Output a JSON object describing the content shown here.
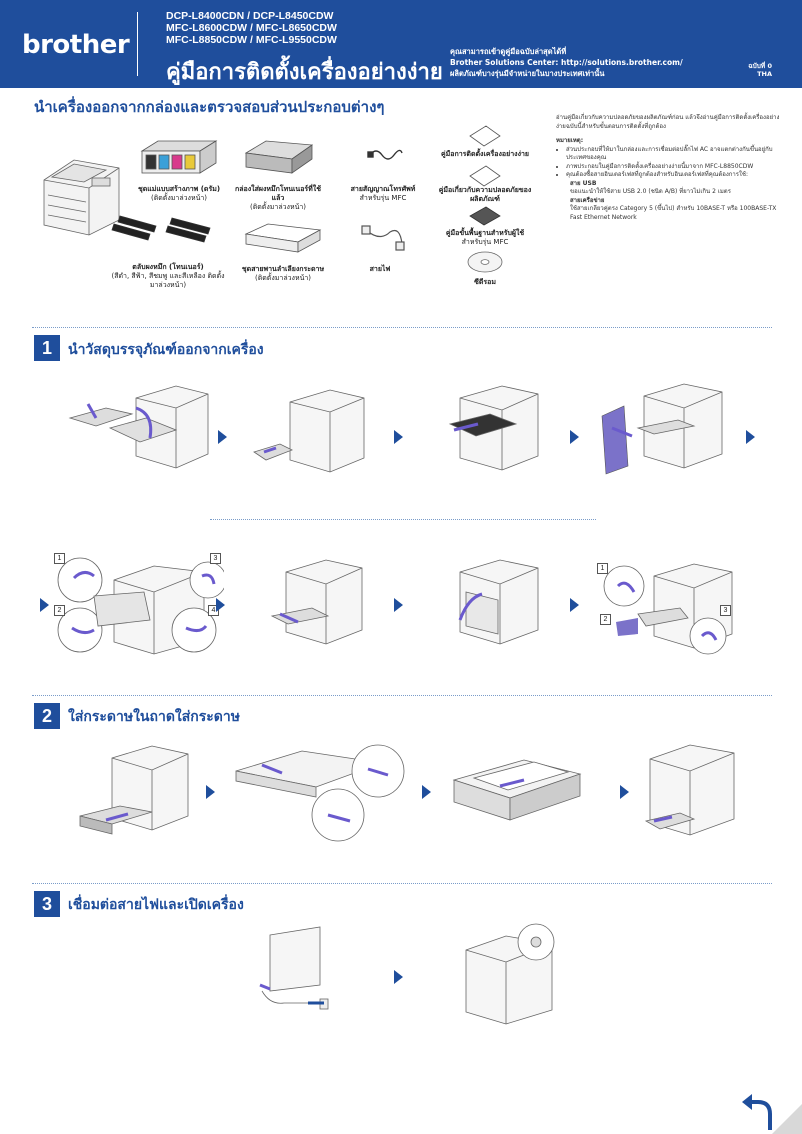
{
  "header": {
    "logo": "brother",
    "models": [
      "DCP-L8400CDN / DCP-L8450CDW",
      "MFC-L8600CDW / MFC-L8650CDW",
      "MFC-L8850CDW / MFC-L9550CDW"
    ],
    "title": "คู่มือการติดตั้งเครื่องอย่างง่าย",
    "info": [
      "คุณสามารถเข้าดูคู่มือฉบับล่าสุดได้ที่",
      "Brother Solutions Center: http://solutions.brother.com/",
      "ผลิตภัณฑ์บางรุ่นมีจำหน่ายในบางประเทศเท่านั้น"
    ],
    "version": "ฉบับที่ 0",
    "lang": "THA"
  },
  "unpack": {
    "title": "นำเครื่องออกจากกล่องและตรวจสอบส่วนประกอบต่างๆ",
    "items": [
      {
        "name": "ชุดแม่แบบสร้างภาพ (ดรัม)",
        "sub": "(ติดตั้งมาล่วงหน้า)"
      },
      {
        "name": "กล่องใส่ผงหมึกโทนเนอร์ที่ใช้แล้ว",
        "sub": "(ติดตั้งมาล่วงหน้า)"
      },
      {
        "name": "สายสัญญาณโทรศัพท์",
        "sub": "สำหรับรุ่น MFC"
      },
      {
        "name": "คู่มือการติดตั้งเครื่องอย่างง่าย",
        "sub": ""
      },
      {
        "name": "คู่มือเกี่ยวกับความปลอดภัยของผลิตภัณฑ์",
        "sub": ""
      },
      {
        "name": "คู่มือขั้นพื้นฐานสำหรับผู้ใช้",
        "sub": "สำหรับรุ่น MFC"
      },
      {
        "name": "ตลับผงหมึก (โทนเนอร์)",
        "sub": "(สีดำ, สีฟ้า, สีชมพู และสีเหลือง ติดตั้งมาล่วงหน้า)"
      },
      {
        "name": "ชุดสายพานลำเลียงกระดาษ",
        "sub": "(ติดตั้งมาล่วงหน้า)"
      },
      {
        "name": "สายไฟ",
        "sub": ""
      },
      {
        "name": "ซีดีรอม",
        "sub": ""
      }
    ],
    "notes_intro": "อ่านคู่มือเกี่ยวกับความปลอดภัยของผลิตภัณฑ์ก่อน แล้วจึงอ่านคู่มือการติดตั้งเครื่องอย่างง่ายฉบับนี้สำหรับขั้นตอนการติดตั้งที่ถูกต้อง",
    "notes_title": "หมายเหตุ:",
    "notes": [
      "ส่วนประกอบที่ให้มาในกล่องและการเชื่อมต่อปลั๊กไฟ AC อาจแตกต่างกันขึ้นอยู่กับประเทศของคุณ",
      "ภาพประกอบในคู่มือการติดตั้งเครื่องอย่างง่ายนี้มาจาก MFC-L8850CDW",
      "คุณต้องซื้อสายอินเตอร์เฟสที่ถูกต้องสำหรับอินเตอร์เฟสที่คุณต้องการใช้:"
    ],
    "usb_title": "สาย USB",
    "usb_text": "ขอแนะนำให้ใช้สาย USB 2.0 (ชนิด A/B) ที่ยาวไม่เกิน 2 เมตร",
    "net_title": "สายเครือข่าย",
    "net_text": "ใช้สายเกลียวคู่ตรง Category 5 (ขึ้นไป) สำหรับ 10BASE-T หรือ 100BASE-TX Fast Ethernet Network"
  },
  "steps": [
    {
      "num": "1",
      "title": "นำวัสดุบรรจุภัณฑ์ออกจากเครื่อง"
    },
    {
      "num": "2",
      "title": "ใส่กระดาษในถาดใส่กระดาษ"
    },
    {
      "num": "3",
      "title": "เชื่อมต่อสายไฟและเปิดเครื่อง"
    }
  ],
  "callouts": [
    "1",
    "2",
    "3",
    "4",
    "1",
    "2",
    "3"
  ],
  "colors": {
    "brand": "#1f4e9c",
    "accent_purple": "#6a5acd",
    "dots": "#7a9cc9"
  }
}
